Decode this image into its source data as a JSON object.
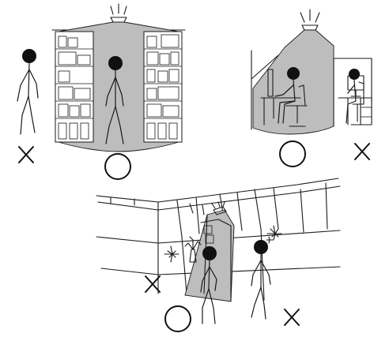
{
  "colors": {
    "cone_fill": "#bdbdbd",
    "line": "#1a1a1a",
    "background": "#ffffff"
  },
  "scenes": [
    {
      "id": "storage-shelves",
      "description_icons": [
        "ceiling-light-icon",
        "shelf-unit-icon",
        "stick-figure-icon"
      ],
      "marks": [
        "correct-circle-mark",
        "incorrect-x-mark"
      ]
    },
    {
      "id": "office-desk",
      "description_icons": [
        "ceiling-light-icon",
        "desk-icon",
        "computer-monitor-icon",
        "office-chair-icon",
        "stick-figure-icon"
      ],
      "marks": [
        "correct-circle-mark",
        "incorrect-x-mark"
      ]
    },
    {
      "id": "warehouse-aisle",
      "description_icons": [
        "ceiling-light-icon",
        "shelf-unit-icon",
        "plant-icon",
        "sparkle-icon",
        "stick-figure-icon"
      ],
      "marks": [
        "correct-circle-mark",
        "incorrect-x-mark",
        "incorrect-x-mark"
      ]
    }
  ]
}
